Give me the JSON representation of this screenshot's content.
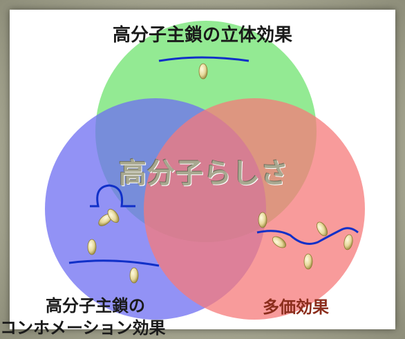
{
  "labels": {
    "top": "高分子主鎖の立体効果",
    "center": "高分子らしさ",
    "left_line1": "高分子主鎖の",
    "left_line2": "コンホメーション効果",
    "right": "多価効果"
  },
  "colors": {
    "circle_top": "#6fe36f",
    "circle_left": "#6e6ef2",
    "circle_right": "#f57a7a",
    "chain": "#1030c8",
    "pendant": "#e6d89a",
    "background": "#a6a692"
  }
}
